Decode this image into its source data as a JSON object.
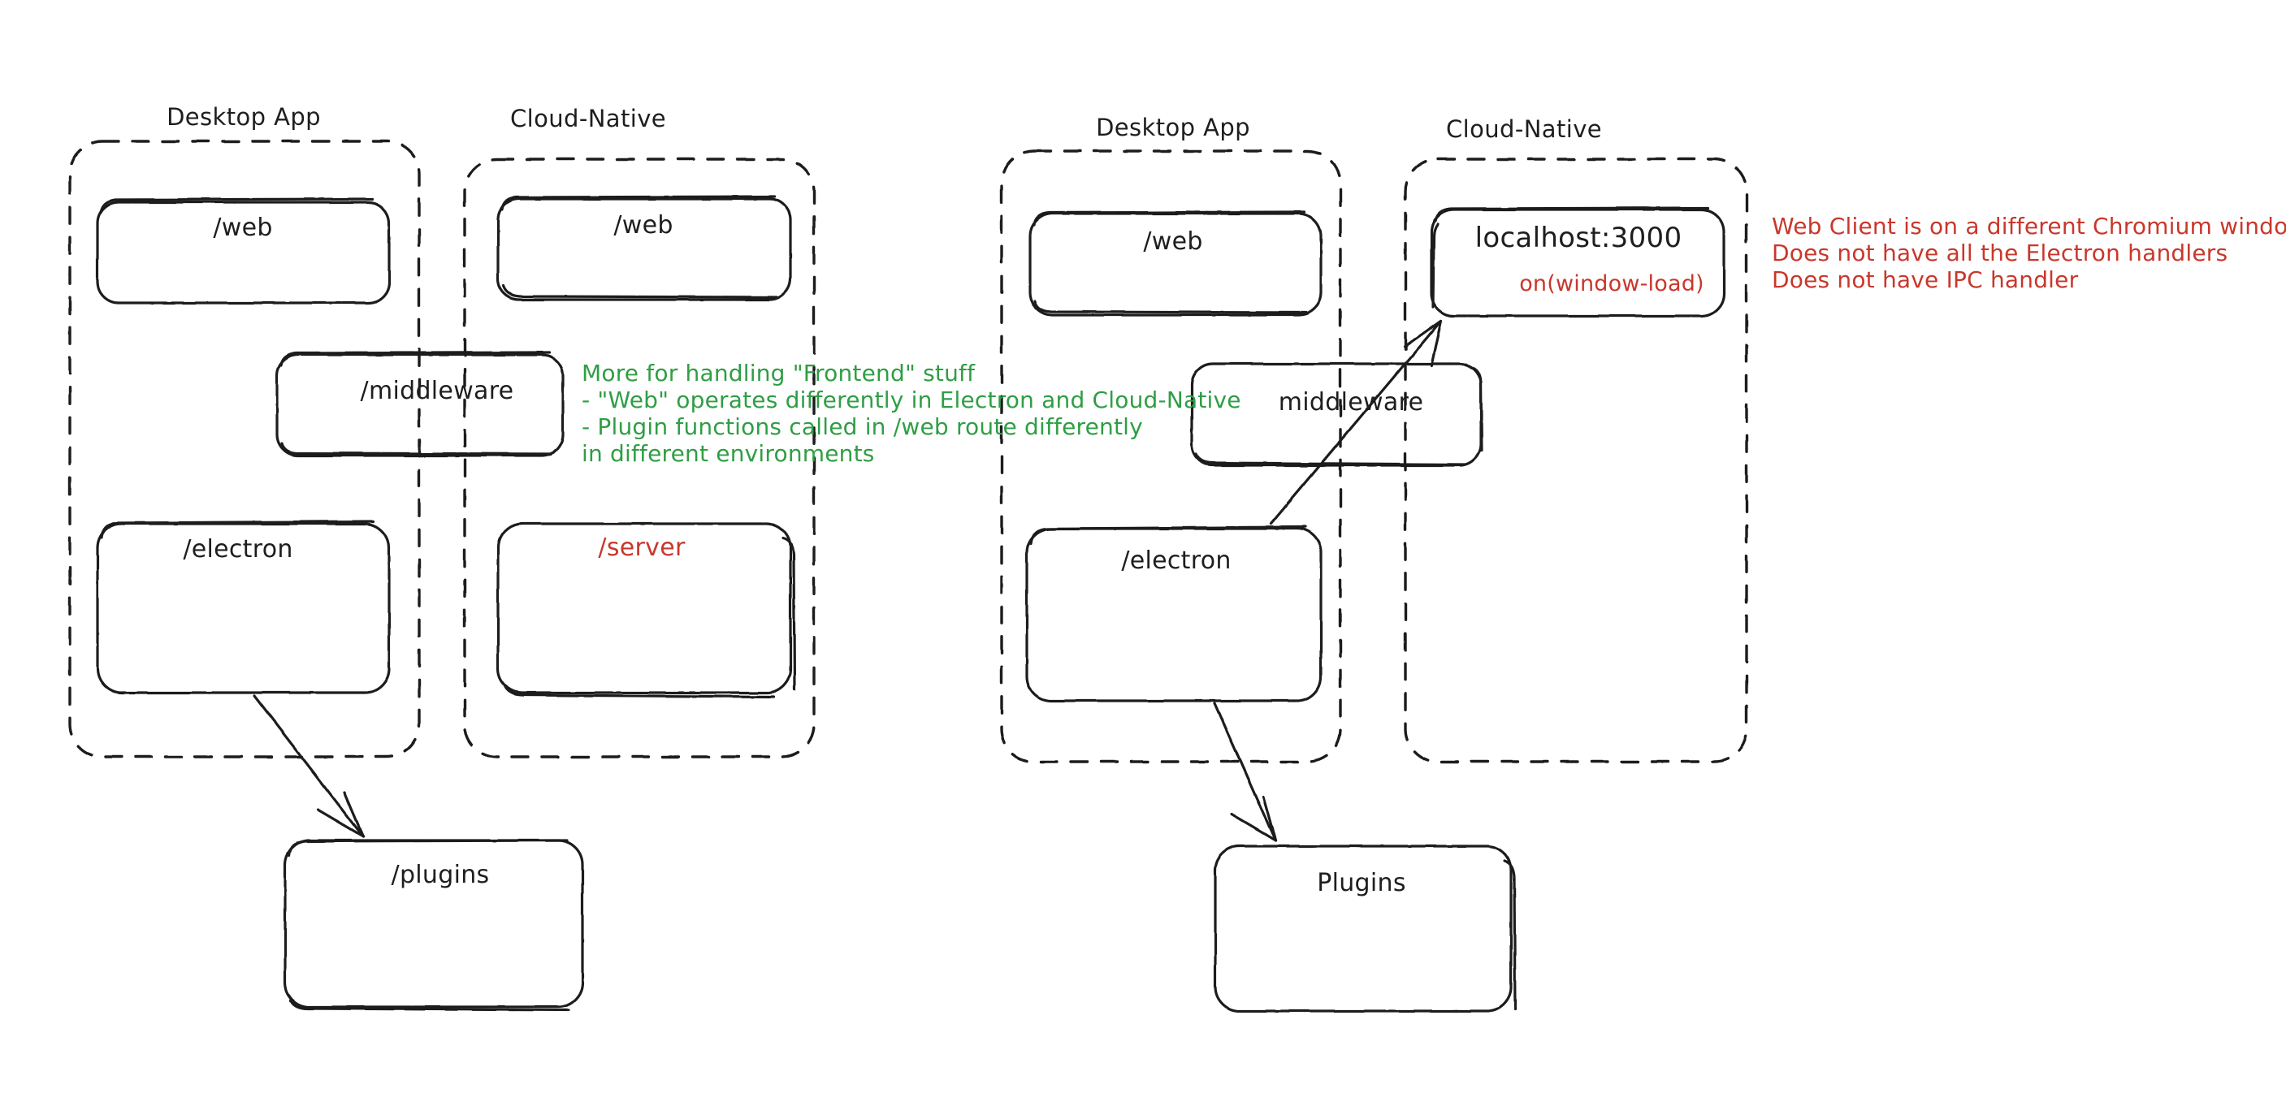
{
  "meta": {
    "background": "#ffffff",
    "stroke_color": "#1e1e1e",
    "accent_red": "#c9372c",
    "accent_green": "#2f9e44",
    "style": "hand-drawn-sketch"
  },
  "diagrams": [
    {
      "id": "left",
      "containers": [
        {
          "title": "Desktop App"
        },
        {
          "title": "Cloud-Native"
        }
      ],
      "nodes": [
        {
          "id": "left-desktop-web",
          "label": "/web",
          "color": "dark"
        },
        {
          "id": "left-cloud-web",
          "label": "/web",
          "color": "dark"
        },
        {
          "id": "left-middleware",
          "label": "/middleware",
          "color": "dark"
        },
        {
          "id": "left-electron",
          "label": "/electron",
          "color": "dark"
        },
        {
          "id": "left-server",
          "label": "/server",
          "color": "red"
        },
        {
          "id": "left-plugins",
          "label": "/plugins",
          "color": "dark"
        }
      ],
      "edges": [
        {
          "from": "left-electron",
          "to": "left-plugins"
        }
      ]
    },
    {
      "id": "right",
      "containers": [
        {
          "title": "Desktop App"
        },
        {
          "title": "Cloud-Native"
        }
      ],
      "nodes": [
        {
          "id": "right-desktop-web",
          "label": "/web",
          "color": "dark"
        },
        {
          "id": "right-localhost",
          "label": "localhost:3000",
          "color": "dark",
          "sublabel": "on(window-load)",
          "sublabel_color": "red"
        },
        {
          "id": "right-middleware",
          "label": "middleware",
          "color": "dark"
        },
        {
          "id": "right-electron",
          "label": "/electron",
          "color": "dark"
        },
        {
          "id": "right-plugins",
          "label": "Plugins",
          "color": "dark"
        }
      ],
      "edges": [
        {
          "from": "right-electron",
          "to": "right-localhost"
        },
        {
          "from": "right-electron",
          "to": "right-plugins"
        }
      ]
    }
  ],
  "annotations": {
    "green_note": "More for handling \"Frontend\" stuff\n- \"Web\" operates differently in Electron and Cloud-Native\n- Plugin functions called in /web route differently\nin different environments",
    "red_note": "Web Client is on a different Chromium window\nDoes not have all the Electron handlers\nDoes not have IPC handler"
  }
}
